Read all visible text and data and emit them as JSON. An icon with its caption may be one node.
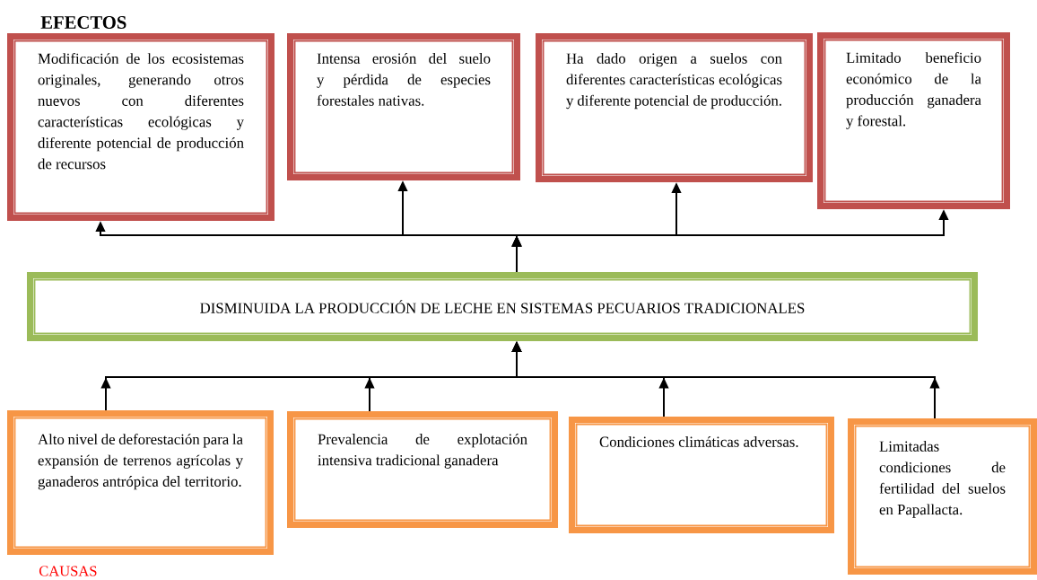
{
  "diagram": {
    "nodes": [
      {
        "text": [
          "Modificación de los ecosistemas originales, generando otros nuevos con diferentes características ecológicas y diferente potencial de producción de recursos"
        ]
      },
      {
        "text": [
          "Intensa erosión del suelo y pérdida de especies forestales nativas."
        ]
      },
      {
        "text": [
          "Ha dado origen a suelos con diferentes características ecológicas y diferente potencial de producción."
        ]
      },
      {
        "text": [
          "Limitado beneficio económico de la producción ganadera y forestal."
        ]
      },
      {
        "text": [
          "DISMINUIDA LA PRODUCCIÓN DE LECHE EN SISTEMAS PECUARIOS TRADICIONALES"
        ]
      },
      {
        "text": [
          "Alto nivel de deforestación para la expansión de terrenos agrícolas y ganaderos antrópica del territorio."
        ]
      },
      {
        "text": [
          "Prevalencia de explotación intensiva tradicional ganadera"
        ]
      },
      {
        "text": [
          "Condiciones climáticas adversas."
        ]
      },
      {
        "text": [
          "Limitadas condiciones de fertilidad del suelos en Papallacta."
        ]
      }
    ],
    "edges": [
      {
        "from": 4,
        "to": 0,
        "arrow": "to"
      },
      {
        "from": 4,
        "to": 1,
        "arrow": "to"
      },
      {
        "from": 4,
        "to": 2,
        "arrow": "to"
      },
      {
        "from": 4,
        "to": 3,
        "arrow": "to"
      },
      {
        "from": 5,
        "to": 4,
        "arrow": "to"
      },
      {
        "from": 6,
        "to": 4,
        "arrow": "to"
      },
      {
        "from": 7,
        "to": 4,
        "arrow": "to"
      },
      {
        "from": 8,
        "to": 4,
        "arrow": "to"
      }
    ],
    "labels": [
      "EFECTOS",
      "CAUSAS"
    ]
  }
}
